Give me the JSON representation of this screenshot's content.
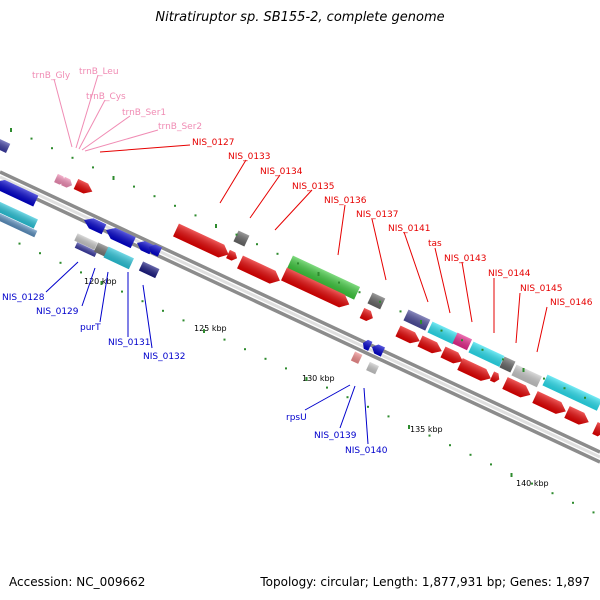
{
  "title": "Nitratiruptor sp. SB155-2, complete genome",
  "footer": {
    "accession": "Accession: NC_009662",
    "stats": "Topology: circular; Length: 1,877,931 bp; Genes: 1,897"
  },
  "scale": [
    "120 kbp",
    "125 kbp",
    "130 kbp",
    "135 kbp",
    "140 kbp"
  ],
  "trna_labels": [
    "trnB_Gly",
    "trnB_Leu",
    "trnB_Cys",
    "trnB_Ser1",
    "trnB_Ser2"
  ],
  "forward_labels": [
    "NIS_0127",
    "NIS_0133",
    "NIS_0134",
    "NIS_0135",
    "NIS_0136",
    "NIS_0137",
    "NIS_0141",
    "tas",
    "NIS_0143",
    "NIS_0144",
    "NIS_0145",
    "NIS_0146"
  ],
  "reverse_labels": [
    "NIS_0128",
    "NIS_0129",
    "purT",
    "NIS_0131",
    "NIS_0132",
    "rpsU",
    "NIS_0139",
    "NIS_0140"
  ],
  "colors": {
    "forward": "#e60000",
    "reverse": "#0000cc",
    "trna": "#f08cb4",
    "tick": "#2e8b2e",
    "backbone": "#8c8c8c"
  }
}
